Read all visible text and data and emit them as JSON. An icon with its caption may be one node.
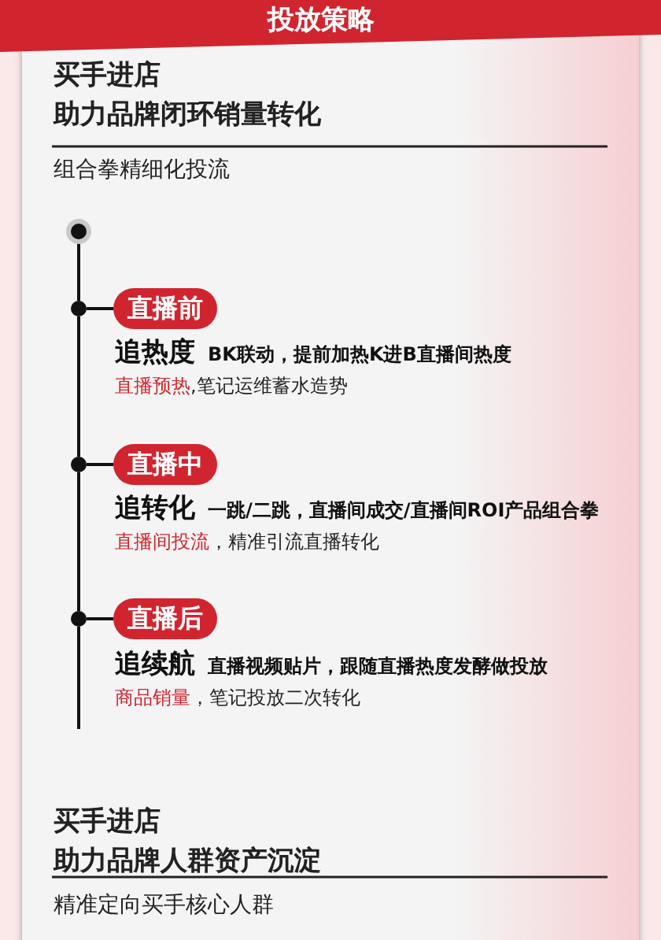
{
  "diagram": {
    "title": "投放策略",
    "nodes": [
      {
        "text": [],
        "shape": "circle"
      },
      {
        "text": [],
        "shape": "circle"
      },
      {
        "text": [],
        "shape": "circle"
      },
      {
        "text": [],
        "shape": "circle"
      },
      {
        "text": [
          "直播前"
        ],
        "beside": [
          "追热度",
          "BK联动，提前加热K进B直播间热度",
          "直播预热",
          ",笔记运维蓄水造势"
        ]
      },
      {
        "text": [
          "直播中"
        ],
        "beside": [
          "追转化",
          "一跳/二跳，直播间成交/直播间ROI产品组合拳",
          "直播间投流",
          "，精准引流直播转化"
        ]
      },
      {
        "text": [
          "直播后"
        ],
        "beside": [
          "追续航",
          "直播视频贴片，跟随直播热度发酵做投放",
          "商品销量",
          "，笔记投放二次转化"
        ]
      }
    ],
    "edges": [
      {
        "from": 0,
        "to": 1,
        "arrow": "none"
      },
      {
        "from": 1,
        "to": 2,
        "arrow": "none"
      },
      {
        "from": 2,
        "to": 3,
        "arrow": "none"
      },
      {
        "from": 1,
        "to": 4,
        "arrow": "none"
      },
      {
        "from": 2,
        "to": 5,
        "arrow": "none"
      },
      {
        "from": 3,
        "to": 6,
        "arrow": "none"
      }
    ],
    "labels": [
      "买手进店",
      "助力品牌闭环销量转化",
      "组合拳精细化投流",
      "买手进店",
      "助力品牌人群资产沉淀",
      "精准定向买手核心人群"
    ]
  }
}
